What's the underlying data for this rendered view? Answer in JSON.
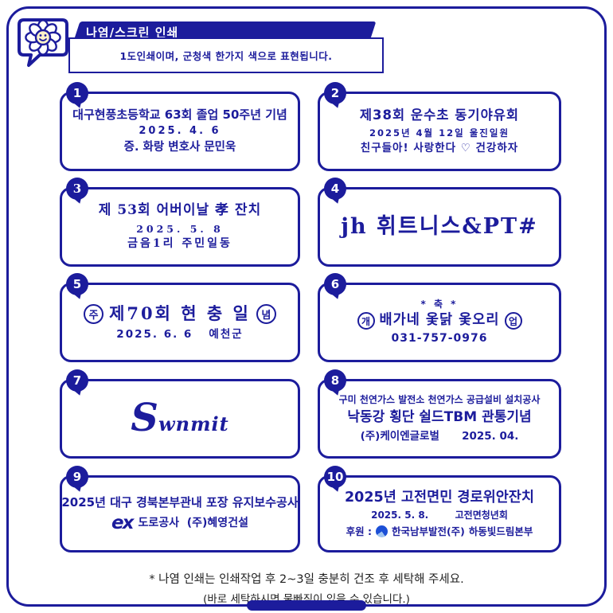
{
  "colors": {
    "navy": "#1c1c9c"
  },
  "header": {
    "ribbon": "나염/스크린 인쇄",
    "subtitle": "1도인쇄이며, 군청색 한가지 색으로 표현됩니다."
  },
  "samples": [
    {
      "num": "1",
      "lines": [
        "대구현풍초등학교 63회 졸업 50주년 기념",
        "2025. 4. 6",
        "증. 화랑 변호사 문민욱"
      ]
    },
    {
      "num": "2",
      "lines": [
        "제38회 운수초 동기야유회",
        "2025년 4월 12일 울진일원",
        "친구들아! 사랑한다 ♡ 건강하자"
      ]
    },
    {
      "num": "3",
      "lines": [
        "제 53회 어버이날 孝 잔치",
        "2025. 5. 8",
        "금음1리 주민일동"
      ]
    },
    {
      "num": "4",
      "lines": [
        "jh 휘트니스&PT#"
      ]
    },
    {
      "num": "5",
      "circle_prefix": "주",
      "main": "제70회 현 충 일",
      "circle_suffix": "념",
      "line2": "2025. 6. 6   예천군"
    },
    {
      "num": "6",
      "top": "* 축 *",
      "circle1": "개",
      "main": "배가네 옻닭 옻오리",
      "circle2": "업",
      "phone": "031-757-0976"
    },
    {
      "num": "7",
      "initial": "S",
      "rest": "wnmit"
    },
    {
      "num": "8",
      "lines": [
        "구미 천연가스 발전소 천연가스 공급설비 설치공사",
        "낙동강 횡단 쉴드TBM 관통기념",
        "(주)케이엔글로벌      2025. 04."
      ]
    },
    {
      "num": "9",
      "line1": "2025년 대구 경북본부관내 포장 유지보수공사",
      "logo": "ex",
      "line2": "도로공사  (주)혜영건설"
    },
    {
      "num": "10",
      "line1": "2025년 고전면민 경로위안잔치",
      "line2": "2025. 5. 8.        고전면청년회",
      "sponsor_label": "후원 :",
      "company": "한국남부발전(주)",
      "branch": "하동빛드림본부"
    }
  ],
  "footer": {
    "line1": "* 나염 인쇄는 인쇄작업 후 2~3일 충분히 건조 후 세탁해 주세요.",
    "line2": "(바로 세탁하시면 물빠짐이 있을 수 있습니다.)"
  }
}
